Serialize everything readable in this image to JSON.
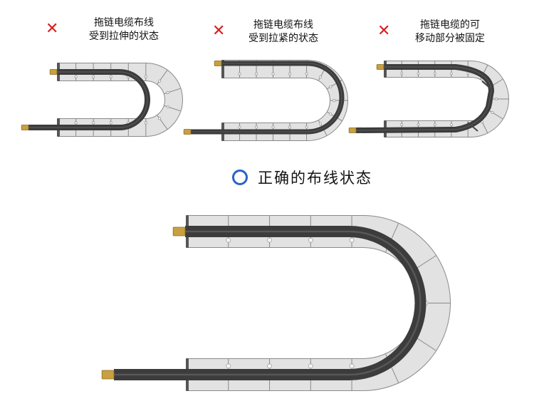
{
  "panels": [
    {
      "mark": "✕",
      "line1": "拖链电缆布线",
      "line2": "受到拉伸的状态"
    },
    {
      "mark": "✕",
      "line1": "拖链电缆布线",
      "line2": "受到拉紧的状态"
    },
    {
      "mark": "✕",
      "line1": "拖链电缆的可",
      "line2": "移动部分被固定"
    }
  ],
  "correct": {
    "label": "正确的布线状态"
  },
  "colors": {
    "wrong_mark": "#d81e1e",
    "correct_circle": "#2a63c7",
    "chain_fill": "#e2e2e2",
    "chain_stroke": "#8a8a8a",
    "cable": "#3c3c3c",
    "connector": "#c8a040"
  }
}
